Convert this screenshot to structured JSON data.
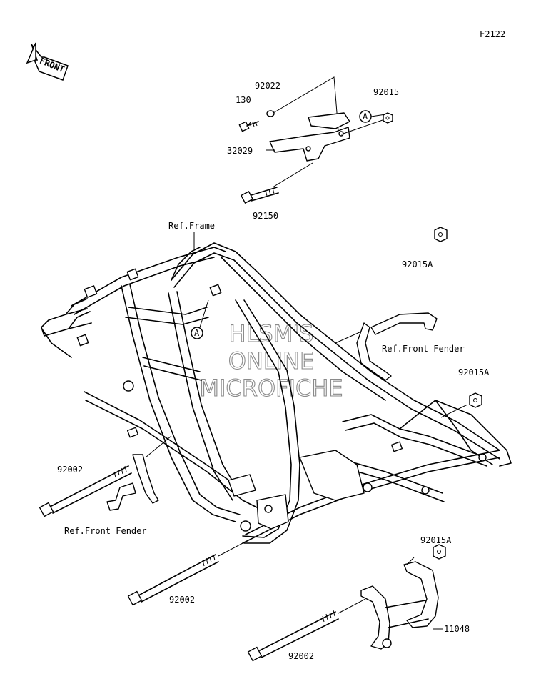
{
  "diagram_code": "F2122",
  "front_label": "FRONT",
  "callout_letter": "A",
  "watermark": [
    "HLSM'S",
    "ONLINE",
    "MICROFICHE"
  ],
  "labels": {
    "p92022": "92022",
    "p130": "130",
    "p92015": "92015",
    "p32029": "32029",
    "p92150": "92150",
    "ref_frame": "Ref.Frame",
    "p92015a_1": "92015A",
    "ref_front_fender_right": "Ref.Front Fender",
    "p92015a_2": "92015A",
    "p92002_left": "92002",
    "ref_front_fender_left": "Ref.Front Fender",
    "p92015a_3": "92015A",
    "p92002_mid": "92002",
    "p11048": "11048",
    "p92002_bottom": "92002"
  }
}
